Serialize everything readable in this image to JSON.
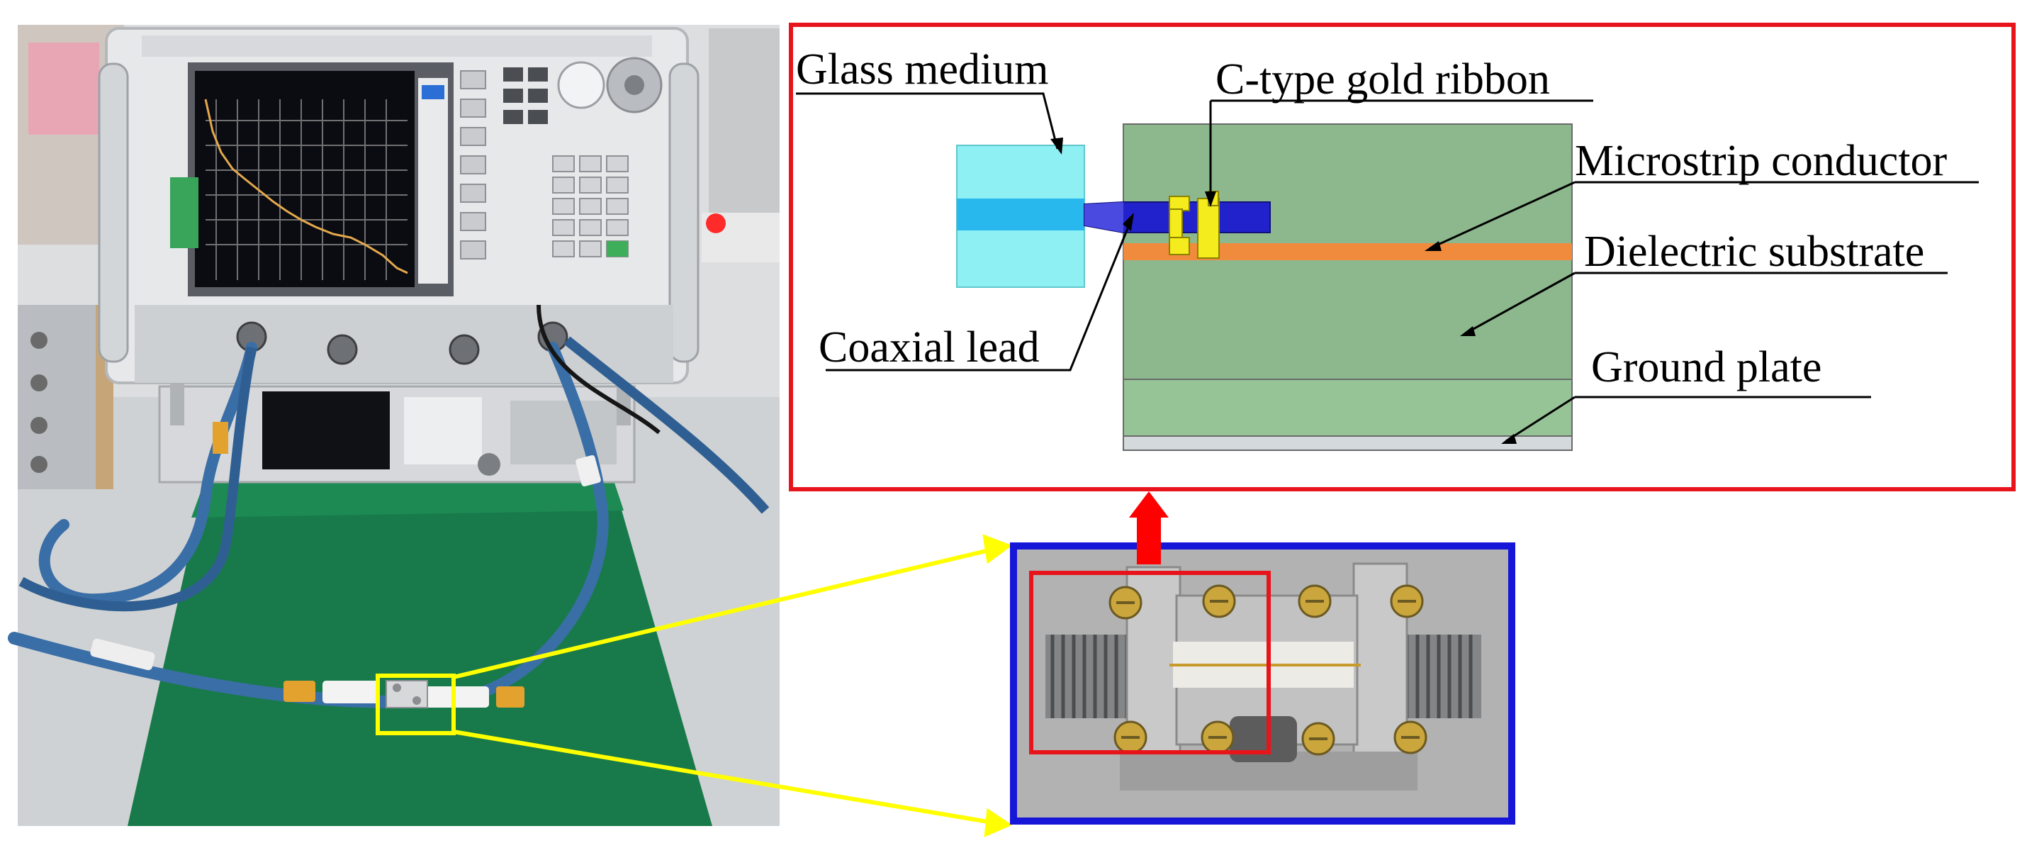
{
  "labels": {
    "glass_medium": "Glass medium",
    "coaxial_lead": "Coaxial lead",
    "gold_ribbon": "C-type gold ribbon",
    "microstrip": "Microstrip conductor",
    "dielectric": "Dielectric substrate",
    "ground": "Ground plate"
  },
  "colors": {
    "detail_frame": "#e8141b",
    "fixture_frame": "#1616d8",
    "callout_lines": "#ffff00",
    "arrow": "#ff0000",
    "substrate": "#8db88d",
    "substrate_lower": "#97c497",
    "microstrip": "#f08a3c",
    "gold_ribbon": "#f4ec1c",
    "glass": "#8ff0f4",
    "coax_pin": "#2222cc",
    "ground_plate": "#d4d9dc"
  },
  "icons": {
    "arrow": "up-arrow-icon",
    "connector": "sma-connector-icon"
  }
}
